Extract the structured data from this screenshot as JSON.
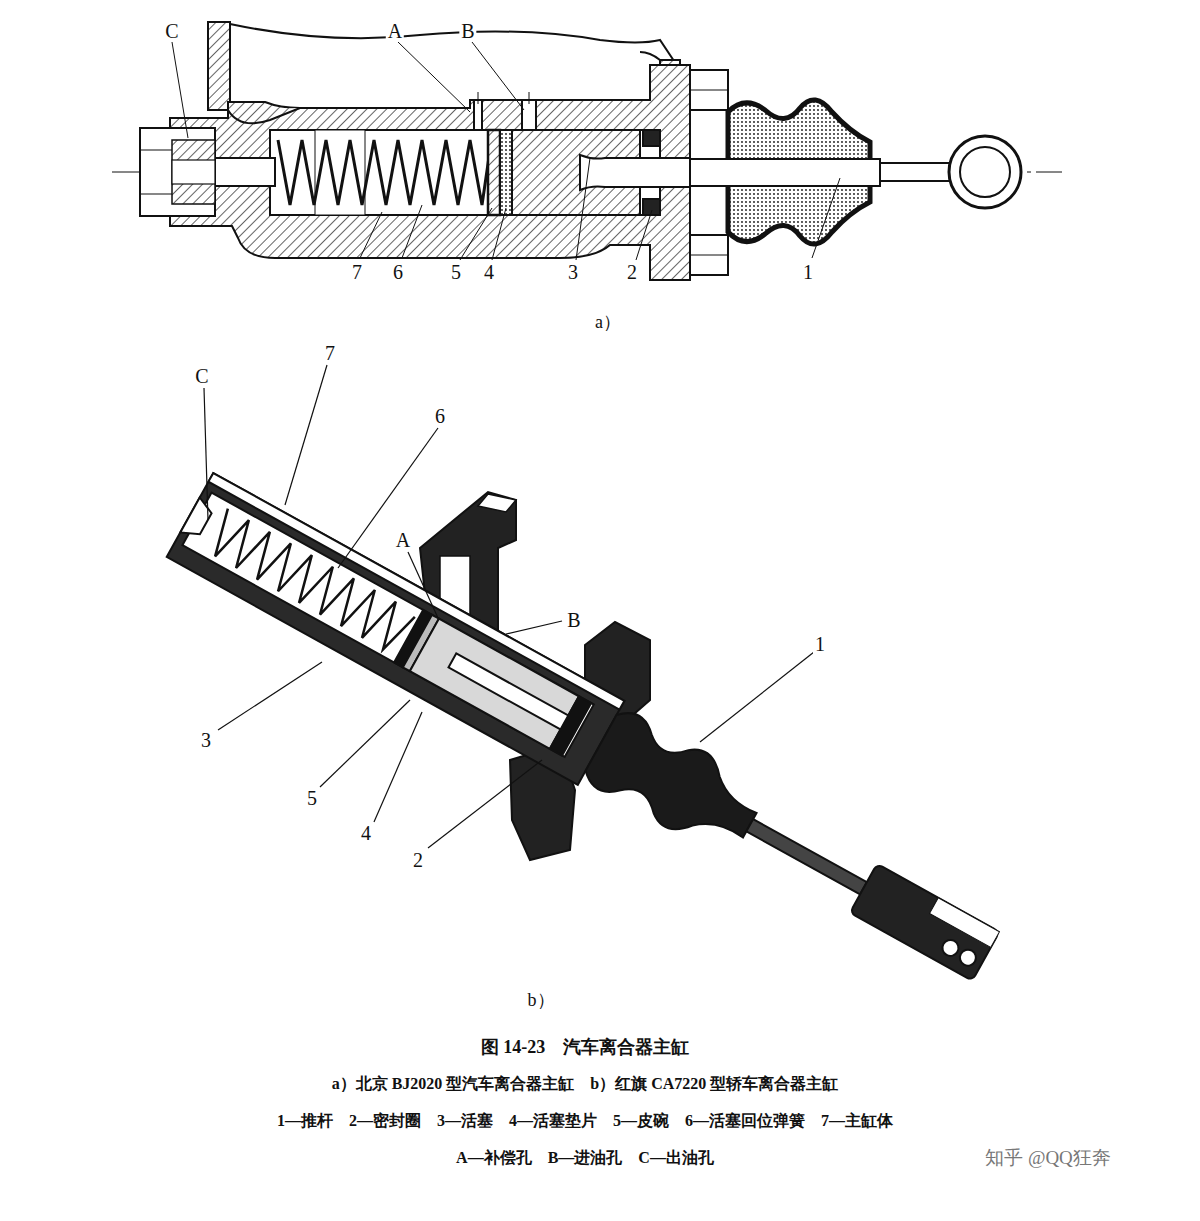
{
  "diagram": {
    "title": "图 14-23　汽车离合器主缸",
    "labels": [
      "C",
      "A",
      "B",
      "7",
      "6",
      "5",
      "4",
      "3",
      "2",
      "1",
      "a）",
      "C",
      "7",
      "6",
      "A",
      "B",
      "1",
      "3",
      "5",
      "4",
      "2",
      "b）",
      "a）北京 BJ2020 型汽车离合器主缸　b）红旗 CA7220 型轿车离合器主缸",
      "1—推杆　2—密封圈　3—活塞　4—活塞垫片　5—皮碗　6—活塞回位弹簧　7—主缸体",
      "A—补偿孔　B—进油孔　C—出油孔",
      "知乎 @QQ狂奔"
    ]
  }
}
